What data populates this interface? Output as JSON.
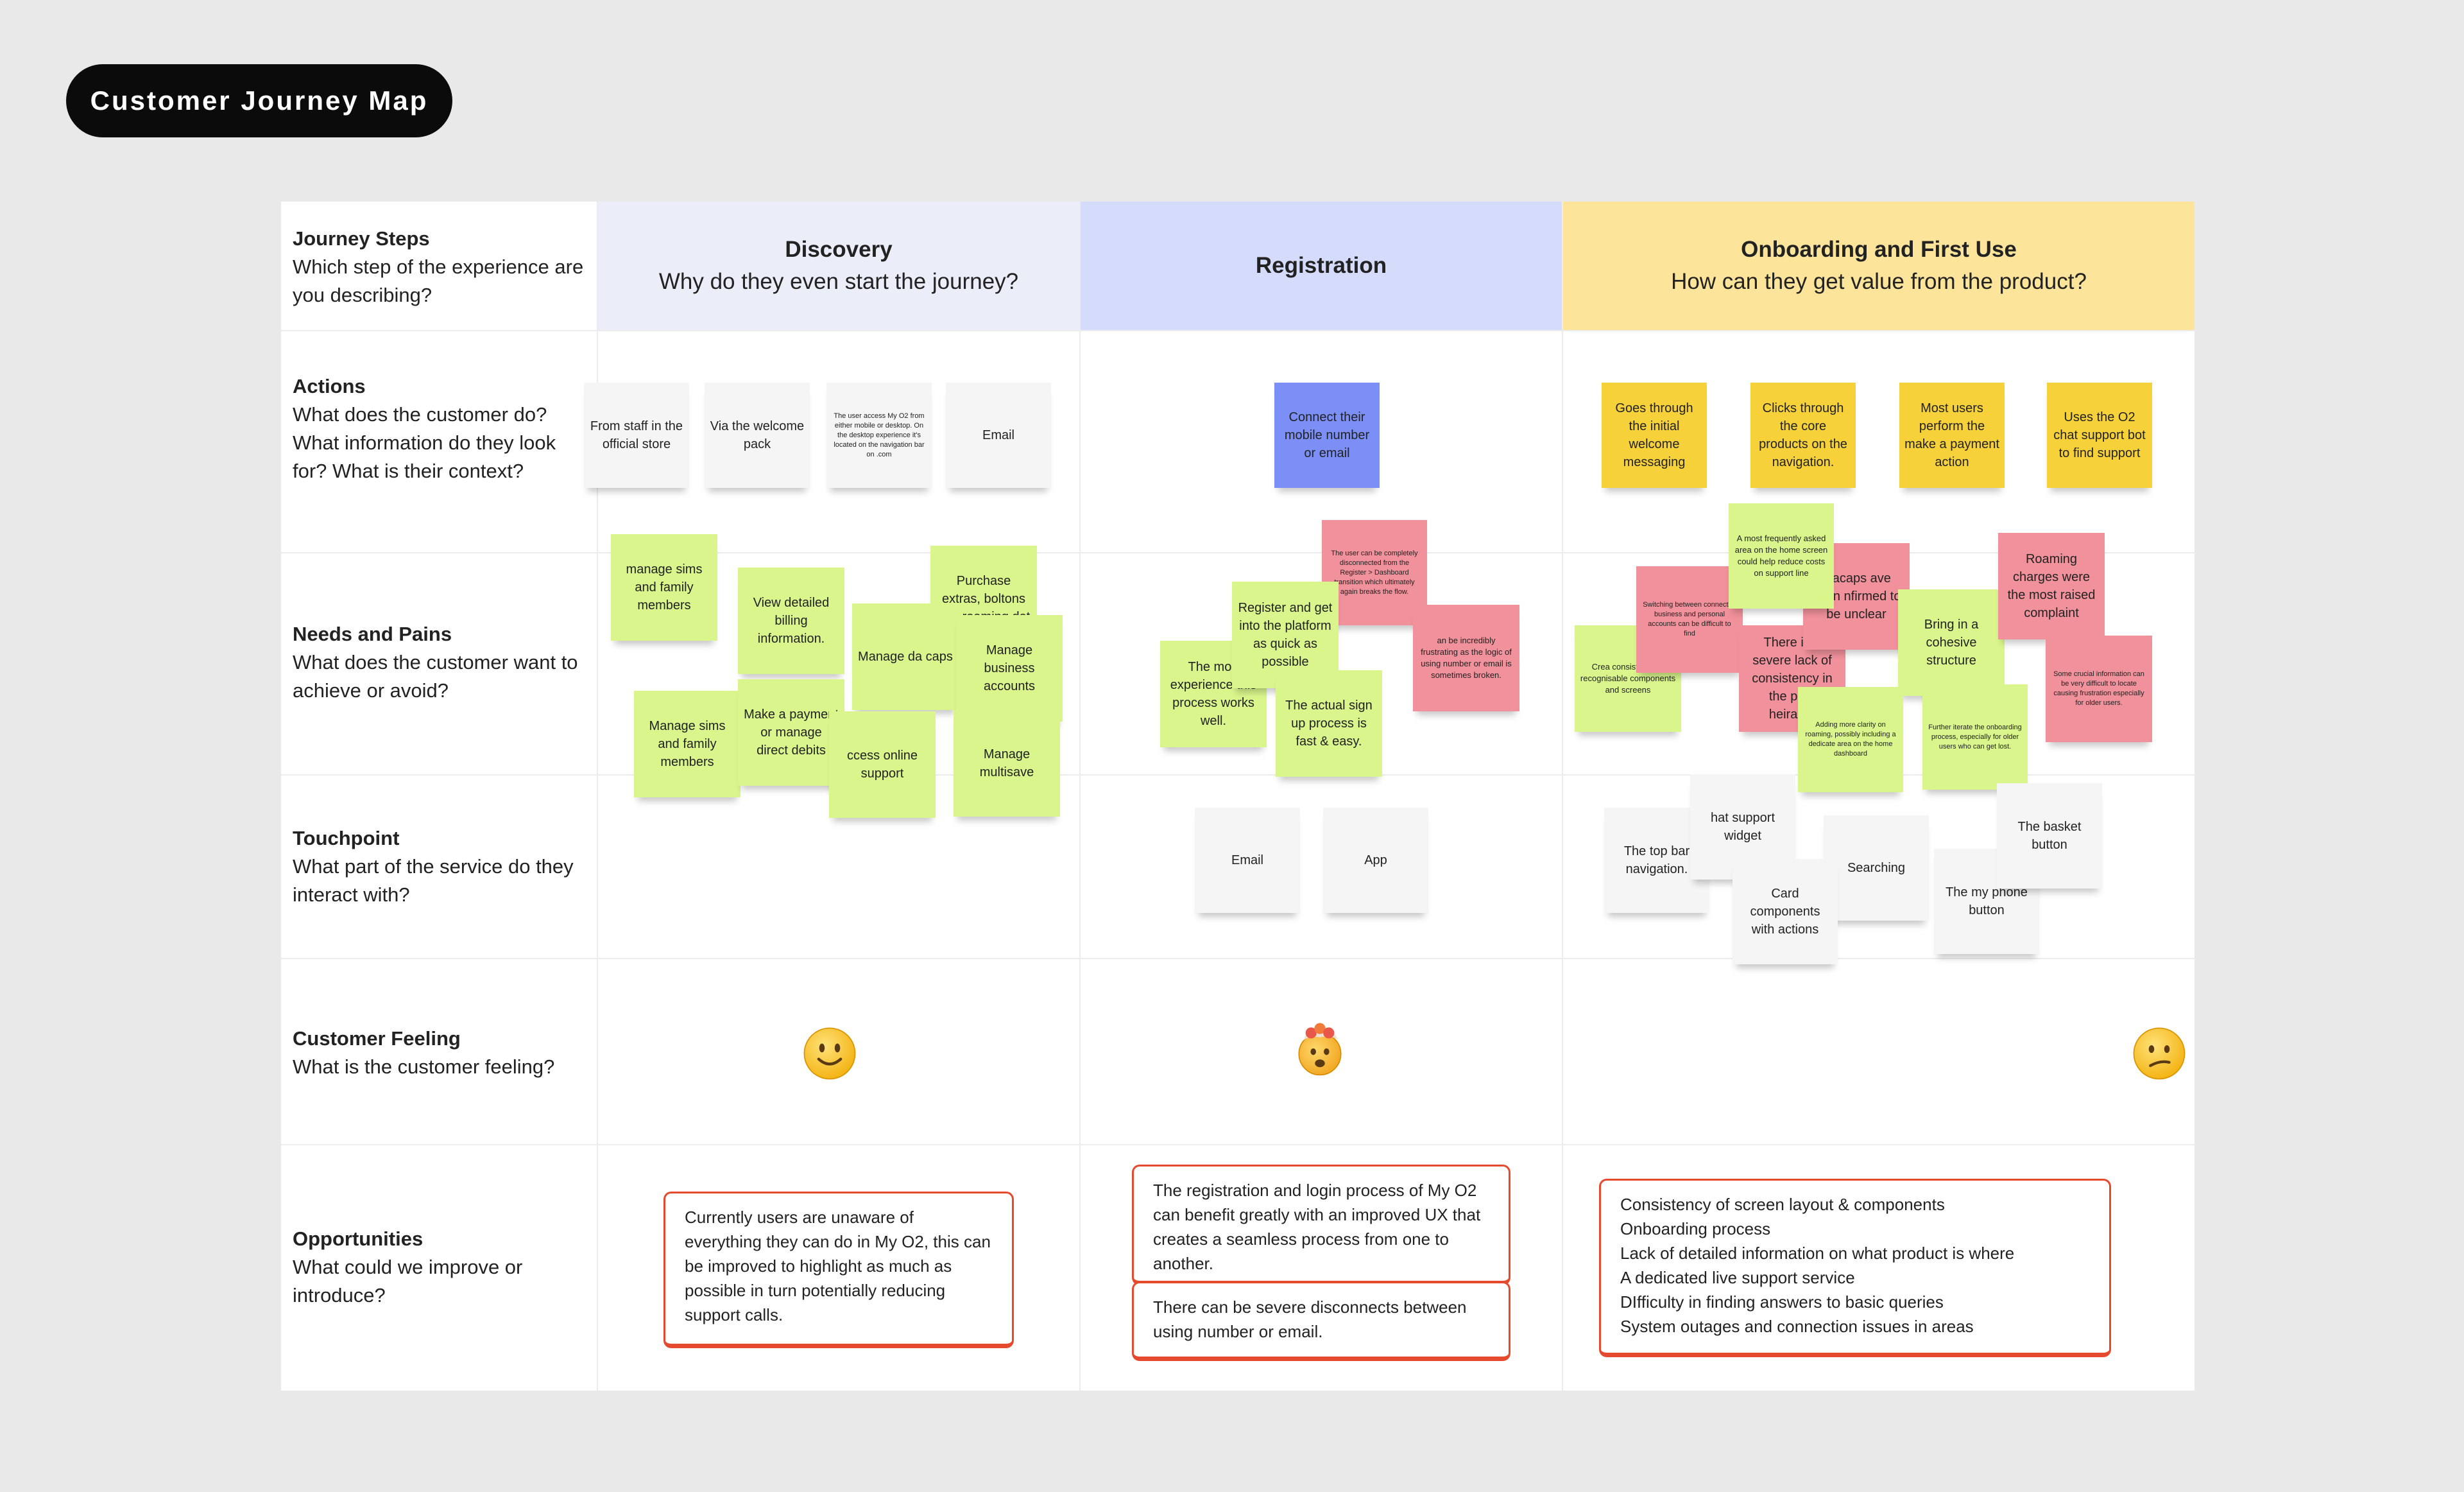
{
  "title": "Customer Journey Map",
  "stages": [
    {
      "title": "Discovery",
      "subtitle": "Why do they even start the journey?"
    },
    {
      "title": "Registration",
      "subtitle": ""
    },
    {
      "title": "Onboarding and First Use",
      "subtitle": "How can they get value from the product?"
    }
  ],
  "rows": [
    {
      "title": "Journey Steps",
      "desc": "Which step of the experience are you describing?"
    },
    {
      "title": "Actions",
      "desc": "What does the customer do? What information do they look for? What is their context?"
    },
    {
      "title": "Needs and Pains",
      "desc": "What does the customer want to achieve or avoid?"
    },
    {
      "title": "Touchpoint",
      "desc": "What part of the service do they interact with?"
    },
    {
      "title": "Customer Feeling",
      "desc": "What is the customer feeling?"
    },
    {
      "title": "Opportunities",
      "desc": "What could we improve or introduce?"
    }
  ],
  "notes": {
    "actions": [
      "From staff in the official store",
      "Via the welcome pack",
      "The user access My O2 from either mobile or desktop. On the desktop experience it's located on the navigation bar on .com",
      "Email",
      "Connect their mobile number or email",
      "Goes through the initial welcome messaging",
      "Clicks through the core products on the navigation.",
      "Most users perform the make a payment action",
      "Uses the O2 chat support bot to find support"
    ],
    "needs": [
      "manage sims and family members",
      "View detailed billing information.",
      "Purchase extras, boltons and roaming dat",
      "Manage da caps",
      "Manage business accounts",
      "Manage sims and family members",
      "Make a payment or manage direct debits",
      "ccess online support",
      "Manage multisave",
      "The user can be completely disconnected from the Register > Dashboard transition which ultimately again breaks the flow.",
      "Register and get into the platform as quick as possible",
      "an be incredibly frustrating as the logic of using number or email is sometimes broken.",
      "The mob experience this process works well.",
      "The actual sign up process is fast & easy.",
      "A most frequently asked area on the home screen could help reduce costs on support line",
      "atacaps ave been nfirmed to be unclear",
      "Roaming charges were the most raised complaint",
      "Switching between connected business and personal accounts can be difficult to find",
      "Crea consist throug recognisable components and screens",
      "There is a severe lack of consistency in the proc heirarch",
      "Bring in a cohesive structure",
      "Some crucial information can be very difficult to locate causing frustration especially for older users.",
      "Adding more clarity on roaming, possibly including a dedicate area on the home dashboard",
      "Further iterate the onboarding process, especially for older users who can get lost."
    ],
    "touchpoints": [
      "Email",
      "App",
      "hat support widget",
      "The basket button",
      "The top bar navigation.",
      "Searching",
      "Card components with actions",
      "The my phone button"
    ]
  },
  "feelings": [
    "happy-face-icon",
    "exploding-head-icon",
    "confused-face-icon"
  ],
  "opportunities": {
    "discovery": "Currently users are unaware of everything they can do in My O2, this can be improved to highlight as much as possible in turn potentially reducing support calls.",
    "registration_1": "The registration and login process of My O2 can benefit greatly with an improved UX that creates a seamless process from one to another.",
    "registration_2": "There can be severe disconnects between using number or email.",
    "onboarding": [
      "Consistency of screen layout & components",
      "Onboarding process",
      "Lack of detailed information on what product is where",
      "A dedicated live support service",
      "DIfficulty in finding answers to basic queries",
      "System outages and connection issues in areas"
    ]
  },
  "colors": {
    "discovery_header": "#ebedf9",
    "registration_header": "#d5dbfb",
    "onboarding_header": "#fce49a",
    "sticky_white": "#f5f5f5",
    "sticky_yellow": "#f6d13a",
    "sticky_green": "#d9f58b",
    "sticky_pink": "#f1919b",
    "sticky_blue": "#7b8ff7",
    "opportunity_border": "#e64a2e"
  }
}
